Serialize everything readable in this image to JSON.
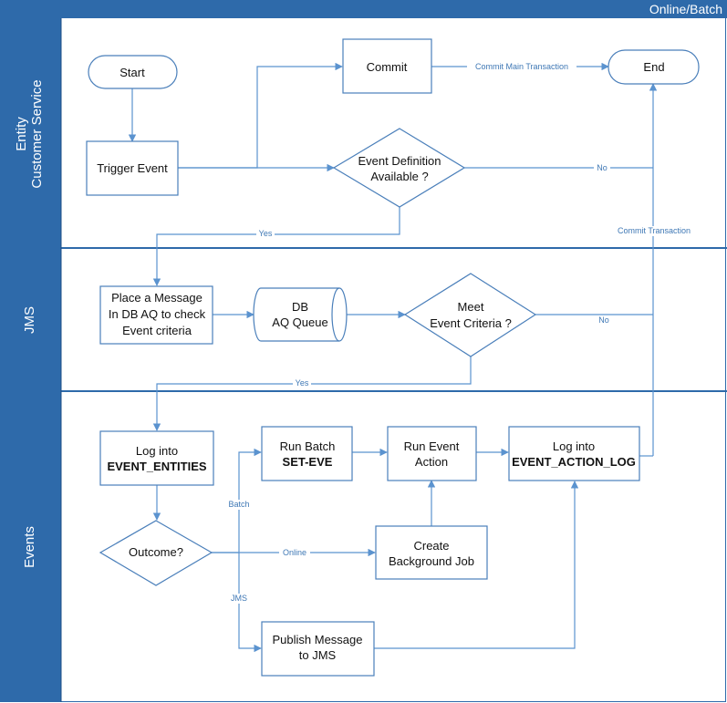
{
  "header": {
    "title": "Online/Batch"
  },
  "lanes": {
    "customer_service": [
      "Entity",
      "Customer Service"
    ],
    "jms": "JMS",
    "events": "Events"
  },
  "nodes": {
    "start": "Start",
    "end": "End",
    "commit": "Commit",
    "trigger_event": "Trigger Event",
    "event_definition": [
      "Event Definition",
      "Available ?"
    ],
    "place_message": [
      "Place a Message",
      "In DB AQ to check",
      "Event criteria"
    ],
    "db_aq_queue": [
      "DB",
      "AQ Queue"
    ],
    "meet_criteria": [
      "Meet",
      "Event Criteria ?"
    ],
    "log_entities": [
      "Log into",
      "EVENT_ENTITIES"
    ],
    "run_batch": [
      "Run Batch",
      "SET-EVE"
    ],
    "run_event_action": [
      "Run Event",
      "Action"
    ],
    "log_action_log": [
      "Log into",
      "EVENT_ACTION_LOG"
    ],
    "outcome": "Outcome?",
    "create_background_job": [
      "Create",
      "Background Job"
    ],
    "publish_message": [
      "Publish Message",
      "to JMS"
    ]
  },
  "edge_labels": {
    "commit_main": "Commit Main Transaction",
    "no_1": "No",
    "yes_1": "Yes",
    "commit_transaction": "Commit Transaction",
    "no_2": "No",
    "yes_2": "Yes",
    "batch": "Batch",
    "online": "Online",
    "jms": "JMS"
  },
  "colors": {
    "lane_fill": "#2e6aaa",
    "shape_stroke": "#4a7fba",
    "connector": "#5b93cf",
    "edge_label": "#3f78b5"
  }
}
